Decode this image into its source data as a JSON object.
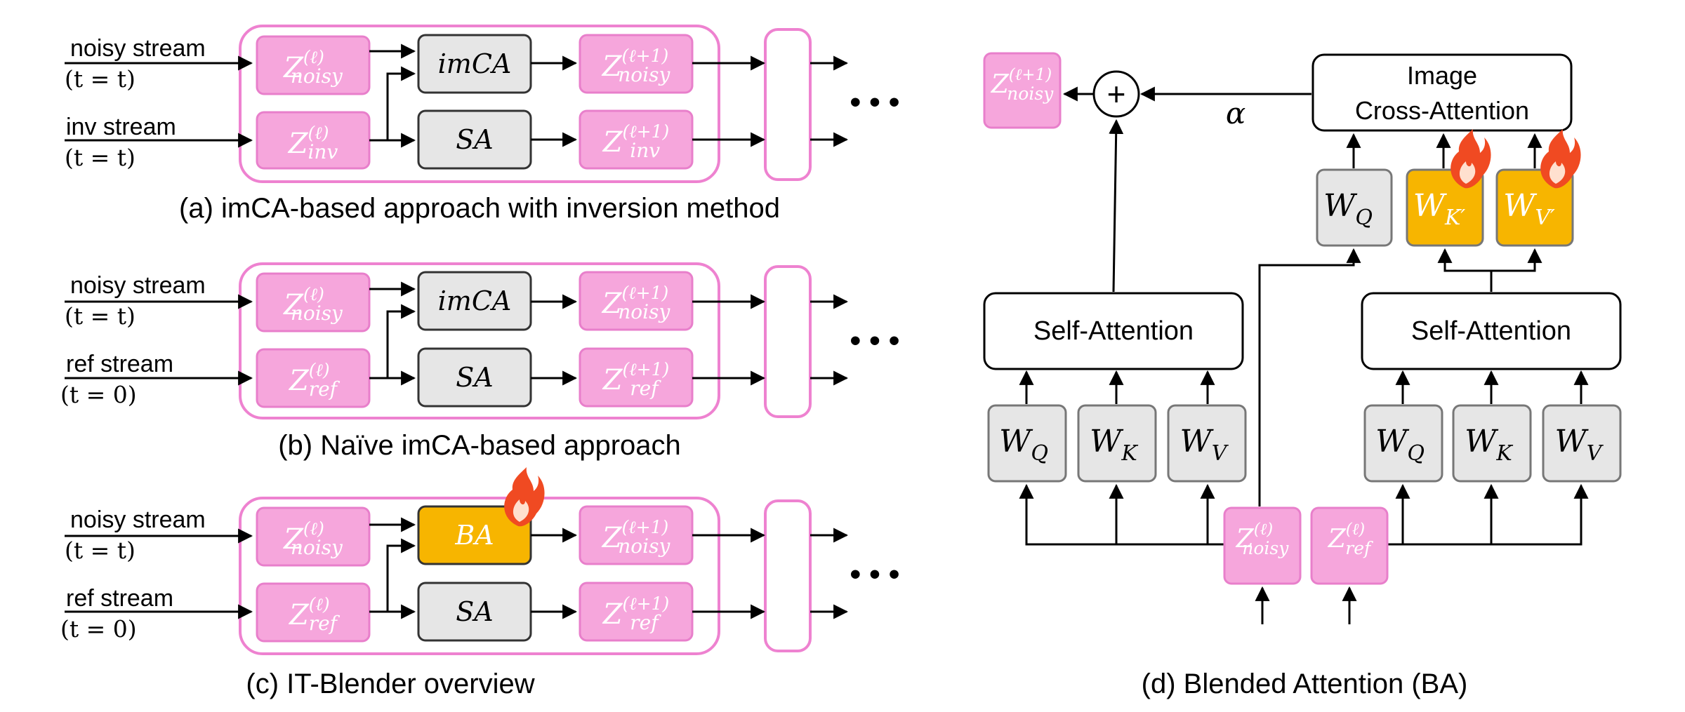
{
  "panel_a": {
    "caption": "(a) imCA-based approach with inversion method",
    "stream1": {
      "label": "noisy stream",
      "time": "(t = t)"
    },
    "stream2": {
      "label": "inv stream",
      "time": "(t = t)"
    },
    "z_in_top": {
      "base": "Z",
      "sup": "(ℓ)",
      "sub": "noisy"
    },
    "z_in_bot": {
      "base": "Z",
      "sup": "(ℓ)",
      "sub": "inv"
    },
    "op_top": "imCA",
    "op_bot": "SA",
    "z_out_top": {
      "base": "Z",
      "sup": "(ℓ+1)",
      "sub": "noisy"
    },
    "z_out_bot": {
      "base": "Z",
      "sup": "(ℓ+1)",
      "sub": "inv"
    },
    "ellipsis": "• • •"
  },
  "panel_b": {
    "caption": "(b) Naïve imCA-based approach",
    "stream1": {
      "label": "noisy stream",
      "time": "(t = t)"
    },
    "stream2": {
      "label": "ref stream",
      "time": "(t = 0)"
    },
    "z_in_top": {
      "base": "Z",
      "sup": "(ℓ)",
      "sub": "noisy"
    },
    "z_in_bot": {
      "base": "Z",
      "sup": "(ℓ)",
      "sub": "ref"
    },
    "op_top": "imCA",
    "op_bot": "SA",
    "z_out_top": {
      "base": "Z",
      "sup": "(ℓ+1)",
      "sub": "noisy"
    },
    "z_out_bot": {
      "base": "Z",
      "sup": "(ℓ+1)",
      "sub": "ref"
    },
    "ellipsis": "• • •"
  },
  "panel_c": {
    "caption": "(c) IT-Blender overview",
    "stream1": {
      "label": "noisy stream",
      "time": "(t = t)"
    },
    "stream2": {
      "label": "ref stream",
      "time": "(t = 0)"
    },
    "z_in_top": {
      "base": "Z",
      "sup": "(ℓ)",
      "sub": "noisy"
    },
    "z_in_bot": {
      "base": "Z",
      "sup": "(ℓ)",
      "sub": "ref"
    },
    "op_top": "BA",
    "op_bot": "SA",
    "z_out_top": {
      "base": "Z",
      "sup": "(ℓ+1)",
      "sub": "noisy"
    },
    "z_out_bot": {
      "base": "Z",
      "sup": "(ℓ+1)",
      "sub": "ref"
    },
    "ellipsis": "• • •"
  },
  "panel_d": {
    "caption": "(d) Blended Attention (BA)",
    "cross_attention": [
      "Image",
      "Cross-Attention"
    ],
    "alpha": "α",
    "plus": "+",
    "z_out": {
      "base": "Z",
      "sup": "(ℓ+1)",
      "sub": "noisy"
    },
    "self_attention_left": "Self-Attention",
    "self_attention_right": "Self-Attention",
    "w_q": {
      "base": "W",
      "sub": "Q"
    },
    "w_k_prime": {
      "base": "W",
      "sub": "K′"
    },
    "w_v_prime": {
      "base": "W",
      "sub": "V′"
    },
    "left_weights": [
      {
        "base": "W",
        "sub": "Q"
      },
      {
        "base": "W",
        "sub": "K"
      },
      {
        "base": "W",
        "sub": "V"
      }
    ],
    "right_weights": [
      {
        "base": "W",
        "sub": "Q"
      },
      {
        "base": "W",
        "sub": "K"
      },
      {
        "base": "W",
        "sub": "V"
      }
    ],
    "z_noisy": {
      "base": "Z",
      "sup": "(ℓ)",
      "sub": "noisy"
    },
    "z_ref": {
      "base": "Z",
      "sup": "(ℓ)",
      "sub": "ref"
    }
  },
  "colors": {
    "pink_fill": "#f6a6dc",
    "pink_stroke": "#e87fcb",
    "pink_outline": "#ee82d0",
    "gray_fill": "#e6e6e6",
    "orange_fill": "#f7b500",
    "flame": "#f04a22",
    "flame_inner": "#ffe0cf"
  }
}
